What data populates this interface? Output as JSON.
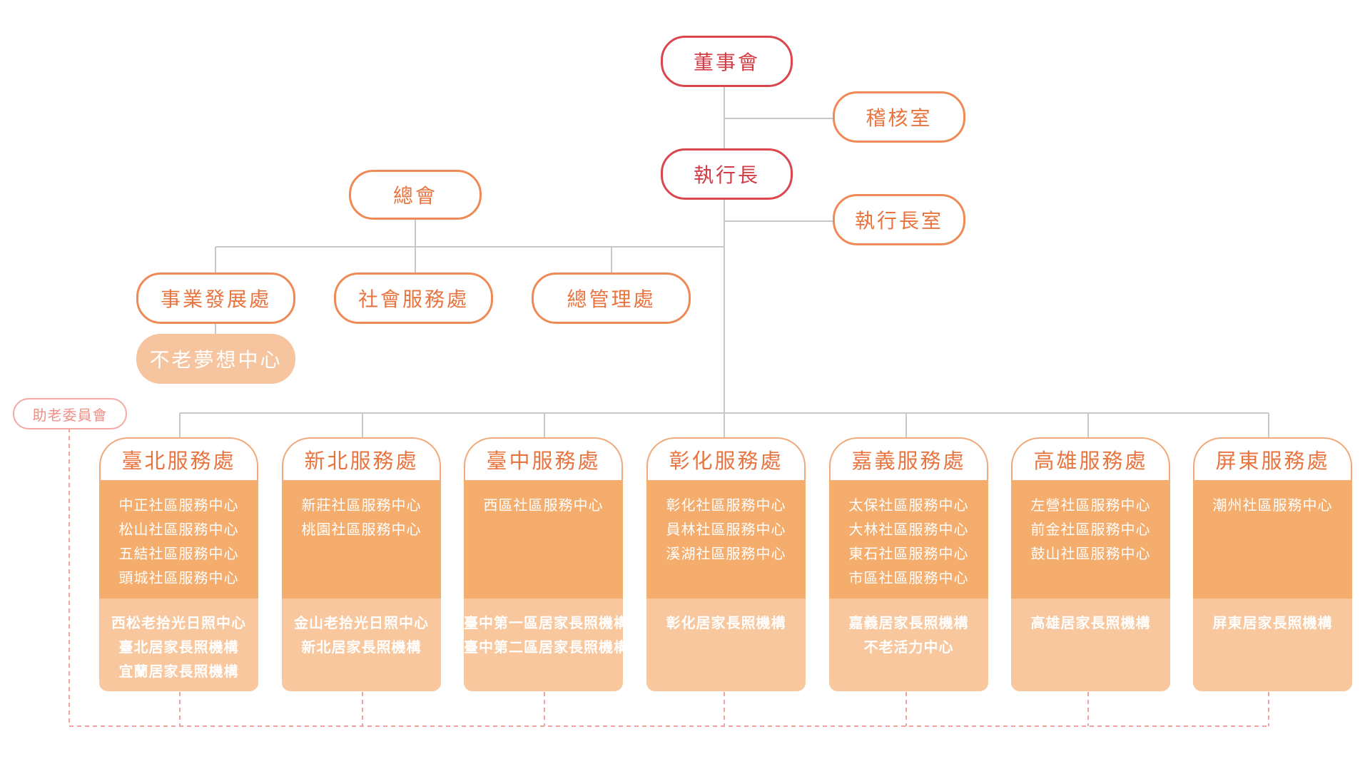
{
  "top": {
    "board": "董事會",
    "audit": "稽核室",
    "ceo": "執行長",
    "ceo_office": "執行長室"
  },
  "hq": {
    "headquarters": "總會",
    "divisions": [
      "事業發展處",
      "社會服務處",
      "總管理處"
    ],
    "dream_center": "不老夢想中心",
    "committee": "助老委員會"
  },
  "offices": [
    {
      "name": "臺北服務處",
      "centers": [
        "中正社區服務中心",
        "松山社區服務中心",
        "五結社區服務中心",
        "頭城社區服務中心"
      ],
      "care": [
        "西松老拾光日照中心",
        "臺北居家長照機構",
        "宜蘭居家長照機構"
      ]
    },
    {
      "name": "新北服務處",
      "centers": [
        "新莊社區服務中心",
        "桃園社區服務中心"
      ],
      "care": [
        "金山老拾光日照中心",
        "新北居家長照機構"
      ]
    },
    {
      "name": "臺中服務處",
      "centers": [
        "西區社區服務中心"
      ],
      "care": [
        "臺中第一區居家長照機構",
        "臺中第二區居家長照機構"
      ]
    },
    {
      "name": "彰化服務處",
      "centers": [
        "彰化社區服務中心",
        "員林社區服務中心",
        "溪湖社區服務中心"
      ],
      "care": [
        "彰化居家長照機構"
      ]
    },
    {
      "name": "嘉義服務處",
      "centers": [
        "太保社區服務中心",
        "大林社區服務中心",
        "東石社區服務中心",
        "市區社區服務中心"
      ],
      "care": [
        "嘉義居家長照機構",
        "不老活力中心"
      ]
    },
    {
      "name": "高雄服務處",
      "centers": [
        "左營社區服務中心",
        "前金社區服務中心",
        "鼓山社區服務中心"
      ],
      "care": [
        "高雄居家長照機構"
      ]
    },
    {
      "name": "屏東服務處",
      "centers": [
        "潮州社區服務中心"
      ],
      "care": [
        "屏東居家長照機構"
      ]
    }
  ],
  "colors": {
    "connector": "#c8c8c8",
    "dashed": "#f2a49c",
    "orange": "#ee8a55",
    "red": "#d9464e"
  }
}
